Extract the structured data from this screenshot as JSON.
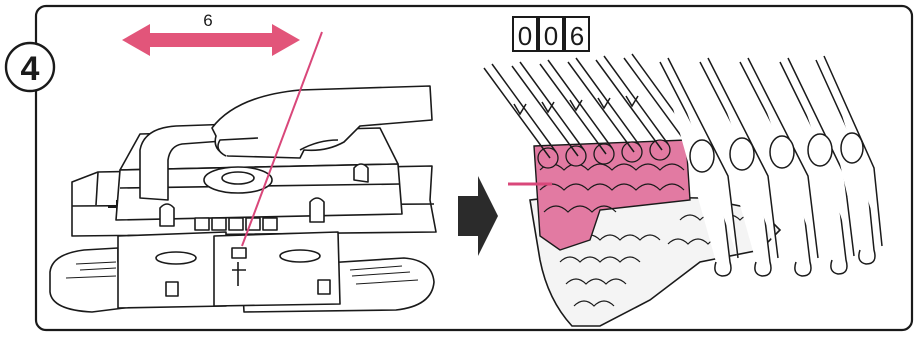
{
  "step": {
    "number": "4"
  },
  "movement": {
    "label": "6",
    "arrow_color": "#e2557a"
  },
  "counter": {
    "digits": [
      "0",
      "0",
      "6"
    ]
  },
  "colors": {
    "line": "#1a1a1a",
    "yarn_pink": "#e27aa2",
    "yarn_line": "#d9477a",
    "arrow_fill": "#2b2b2b"
  }
}
